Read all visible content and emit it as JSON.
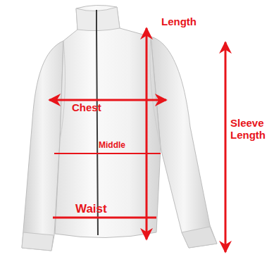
{
  "diagram": {
    "labels": [
      "Length",
      "Chest",
      "Middle",
      "Waist",
      "Sleeve Length"
    ]
  }
}
